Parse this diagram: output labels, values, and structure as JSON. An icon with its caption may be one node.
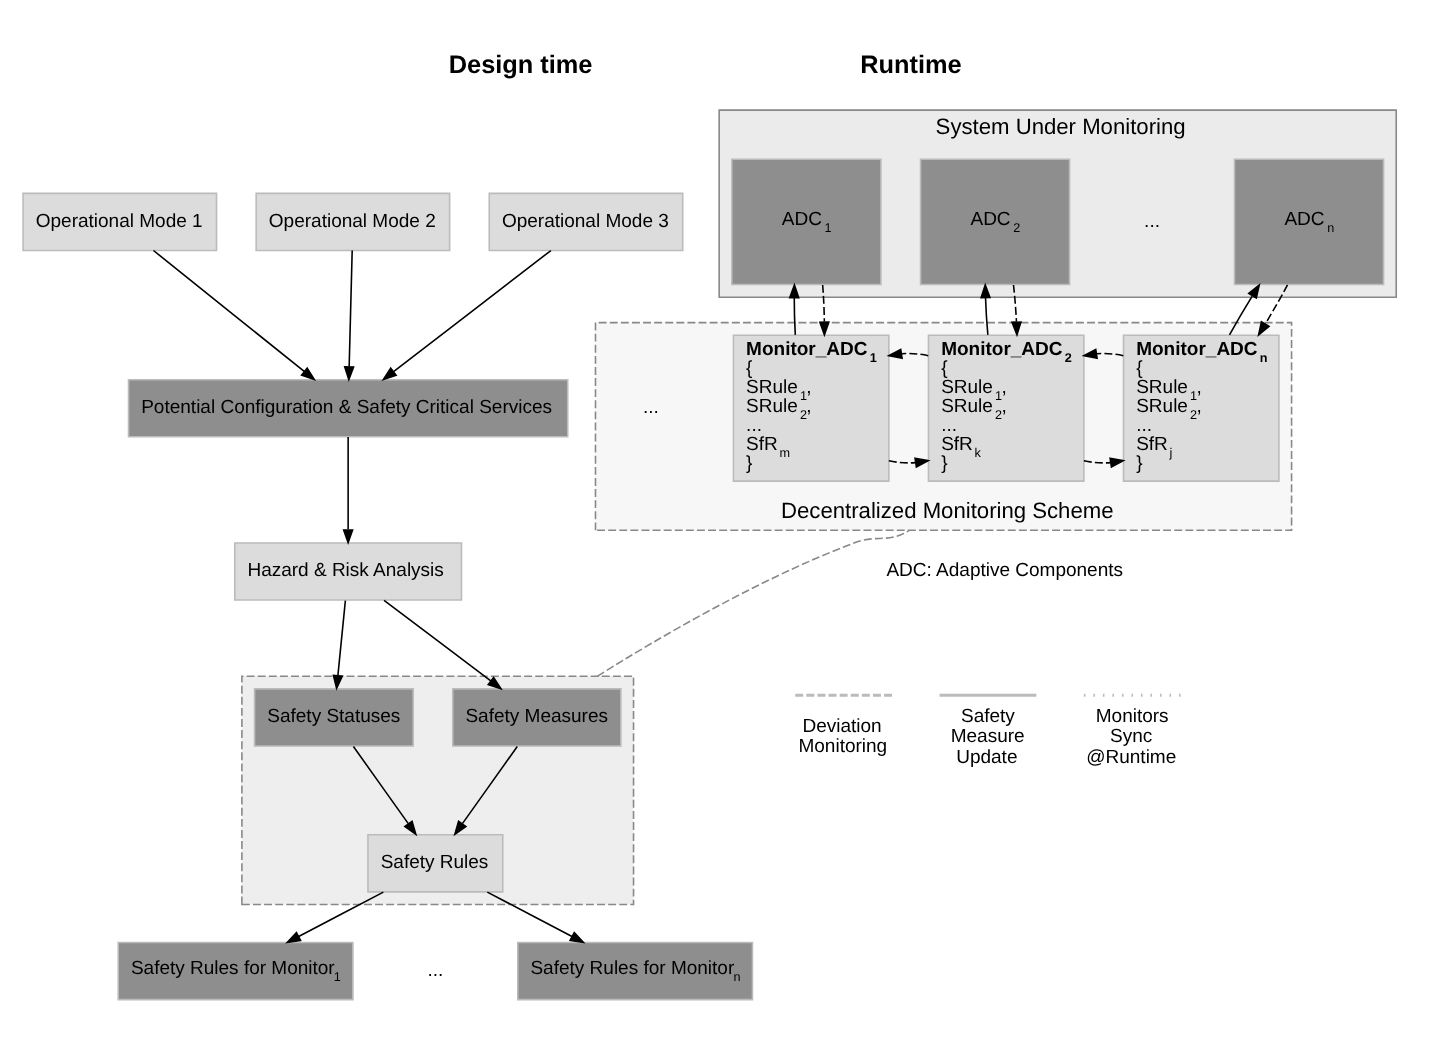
{
  "diagram": {
    "nodes": [
      {
        "text": [
          "Operational Mode 1"
        ]
      },
      {
        "text": [
          "Operational Mode 2"
        ]
      },
      {
        "text": [
          "Operational Mode 3"
        ]
      },
      {
        "text": [
          "Potential Configuration & Safety Critical Services"
        ]
      },
      {
        "text": [
          "Hazard & Risk Analysis"
        ]
      },
      {
        "text": [],
        "shape": "box"
      },
      {
        "text": [
          "Safety Statuses"
        ],
        "in": 5
      },
      {
        "text": [
          "Safety Measures"
        ],
        "in": 5
      },
      {
        "text": [
          "Safety Rules"
        ],
        "in": 5
      },
      {
        "text": [
          "Safety Rules for Monitor$_{1}$"
        ]
      },
      {
        "text": [
          "Safety Rules for Monitor$_{n}$"
        ]
      },
      {
        "text": [
          "System Under Monitoring"
        ]
      },
      {
        "text": [
          "ADC$_{1}$"
        ],
        "in": 11
      },
      {
        "text": [
          "ADC$_{2}$"
        ],
        "in": 11
      },
      {
        "text": [
          "ADC$_{n}$"
        ],
        "in": 11
      },
      {
        "text": [
          "Decentralized Monitoring Scheme"
        ]
      },
      {
        "text": [
          "Monitor_ADC$_{1}$",
          "{ SRule$_{1}$, SRule$_{2}$, ... SfR$_{m}$ }"
        ],
        "in": 15
      },
      {
        "text": [
          "Monitor_ADC$_{2}$",
          "{ SRule$_{1}$, SRule$_{2}$, ... SfR$_{k}$ }"
        ],
        "in": 15
      },
      {
        "text": [
          "Monitor_ADC$_{n}$",
          "{ SRule$_{1}$, SRule$_{2}$, ... SfR$_{j}$ }"
        ],
        "in": 15
      }
    ],
    "edges": [
      {
        "from": 0,
        "to": 3,
        "arrow": "to"
      },
      {
        "from": 1,
        "to": 3,
        "arrow": "to"
      },
      {
        "from": 2,
        "to": 3,
        "arrow": "to"
      },
      {
        "from": 3,
        "to": 4,
        "arrow": "to"
      },
      {
        "from": 4,
        "to": 6,
        "arrow": "to"
      },
      {
        "from": 4,
        "to": 7,
        "arrow": "to"
      },
      {
        "from": 6,
        "to": 8,
        "arrow": "to"
      },
      {
        "from": 7,
        "to": 8,
        "arrow": "to"
      },
      {
        "from": 8,
        "to": 9,
        "arrow": "to"
      },
      {
        "from": 8,
        "to": 10,
        "arrow": "to"
      },
      {
        "from": 5,
        "to": 15,
        "arrow": "none",
        "style": "dashed",
        "color": "#888888"
      },
      {
        "from": 12,
        "to": 16,
        "arrow": "to",
        "style": "dashed"
      },
      {
        "from": 16,
        "to": 12,
        "arrow": "to"
      },
      {
        "from": 13,
        "to": 17,
        "arrow": "to",
        "style": "dashed"
      },
      {
        "from": 17,
        "to": 13,
        "arrow": "to"
      },
      {
        "from": 14,
        "to": 18,
        "arrow": "to",
        "style": "dashed"
      },
      {
        "from": 18,
        "to": 14,
        "arrow": "to"
      },
      {
        "from": 16,
        "to": 17,
        "arrow": "to",
        "style": "dashed"
      },
      {
        "from": 17,
        "to": 16,
        "arrow": "to",
        "style": "dashed"
      },
      {
        "from": 17,
        "to": 18,
        "arrow": "to",
        "style": "dashed"
      },
      {
        "from": 18,
        "to": 17,
        "arrow": "to",
        "style": "dashed"
      }
    ],
    "labels": [
      "Design time",
      "Runtime",
      "...",
      "...",
      "ADC: Adaptive Components",
      "..."
    ],
    "legend": [
      {
        "text": "Deviation Monitoring"
      },
      {
        "text": "Safety Measure Update"
      },
      {
        "text": "Monitors Sync @Runtime"
      }
    ]
  }
}
